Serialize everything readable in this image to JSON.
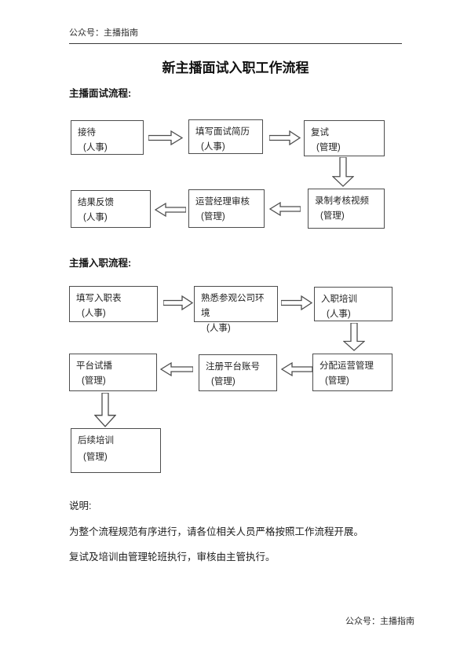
{
  "header": {
    "account_label": "公众号：主播指南"
  },
  "title": "新主播面试入职工作流程",
  "flow1": {
    "heading": "主播面试流程:",
    "row1": [
      {
        "label": "接待",
        "role": "(人事)"
      },
      {
        "label": "填写面试简历",
        "role": "(人事)"
      },
      {
        "label": "复试",
        "role": "(管理)"
      }
    ],
    "row2": [
      {
        "label": "结果反馈",
        "role": "(人事)"
      },
      {
        "label": "运营经理审核",
        "role": "(管理)"
      },
      {
        "label": "录制考核视频",
        "role": "(管理)"
      }
    ]
  },
  "flow2": {
    "heading": "主播入职流程:",
    "row1": [
      {
        "label": "填写入职表",
        "role": "(人事)"
      },
      {
        "label": "熟悉参观公司环境",
        "role": "(人事)"
      },
      {
        "label": "入职培训",
        "role": "(人事)"
      }
    ],
    "row2": [
      {
        "label": "平台试播",
        "role": "(管理)"
      },
      {
        "label": "注册平台账号",
        "role": "(管理)"
      },
      {
        "label": "分配运营管理",
        "role": "(管理)"
      }
    ],
    "row3": [
      {
        "label": "后续培训",
        "role": "(管理)"
      }
    ]
  },
  "notes": {
    "heading": "说明:",
    "lines": [
      "为整个流程规范有序进行，请各位相关人员严格按照工作流程开展。",
      "复试及培训由管理轮班执行，审核由主管执行。"
    ]
  },
  "footer": {
    "account_label": "公众号：主播指南"
  },
  "icons": {
    "arrow_right": "→",
    "arrow_left": "←",
    "arrow_down": "↓"
  },
  "colors": {
    "text": "#1f1f1f",
    "border": "#4d4d4d"
  }
}
